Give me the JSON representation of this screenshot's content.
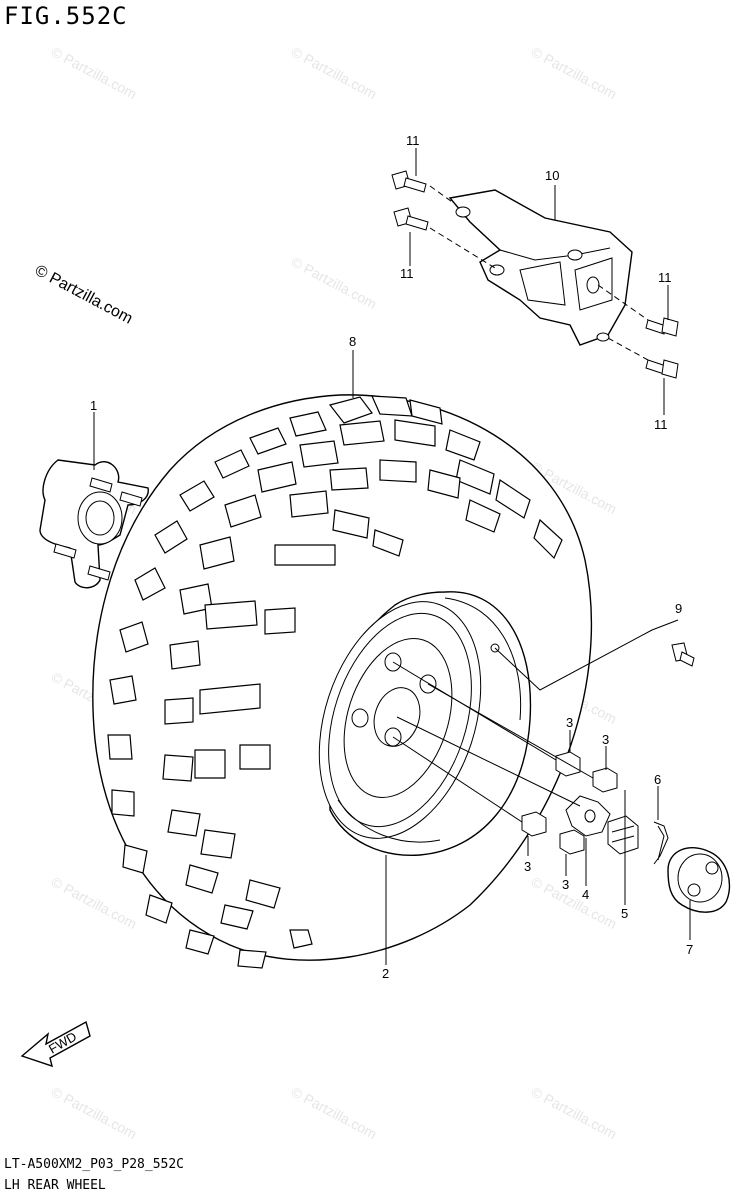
{
  "figure_title": "FIG.552C",
  "footer_code": "LT-A500XM2_P03_P28_552C",
  "footer_name": "LH REAR WHEEL",
  "copyright": "© Partzilla.com",
  "watermark": "© Partzilla.com",
  "fwd_label": "FWD",
  "callouts": {
    "hub": "1",
    "wheel": "2",
    "nut_a": "3",
    "nut_b": "3",
    "nut_c": "3",
    "nut_d": "3",
    "washer": "4",
    "castle_nut": "5",
    "cotter_pin": "6",
    "cap": "7",
    "tire": "8",
    "valve": "9",
    "bracket": "10",
    "bolt_a": "11",
    "bolt_b": "11",
    "bolt_c": "11",
    "bolt_d": "11"
  }
}
